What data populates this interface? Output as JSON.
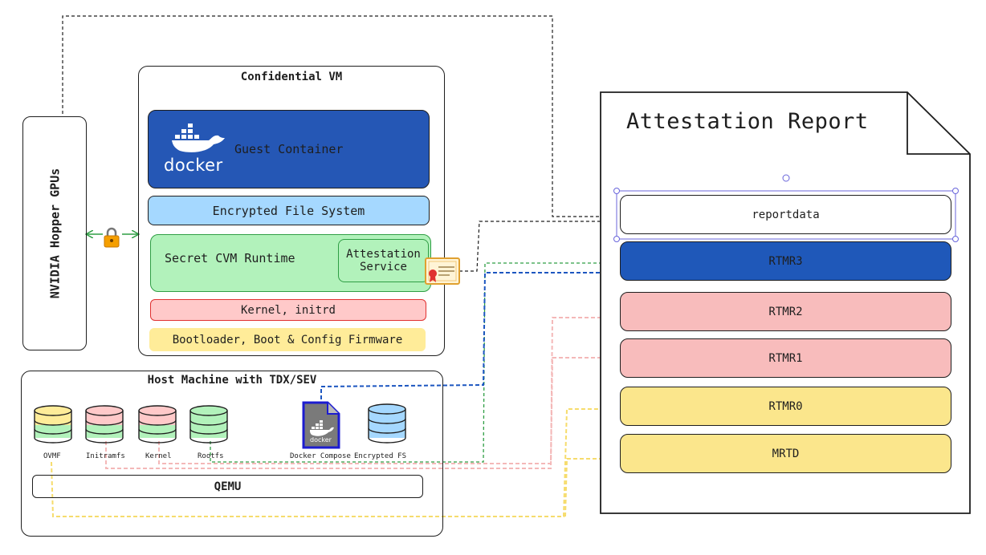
{
  "gpu": {
    "label": "NVIDIA Hopper GPUs"
  },
  "cvm": {
    "title": "Confidential VM",
    "guest_container": "Guest Container",
    "docker_logo_text": "docker",
    "encrypted_fs": "Encrypted File System",
    "runtime": "Secret CVM Runtime",
    "attestation_service_line1": "Attestation",
    "attestation_service_line2": "Service",
    "kernel": "Kernel, initrd",
    "bootloader": "Bootloader, Boot & Config Firmware"
  },
  "host": {
    "title": "Host Machine with TDX/SEV",
    "items": [
      {
        "label": "OVMF",
        "color": "#ffec99"
      },
      {
        "label": "Initramfs",
        "color": "#ffc9c9"
      },
      {
        "label": "Kernel",
        "color": "#ffc9c9"
      },
      {
        "label": "Rootfs",
        "color": "#b2f2bb"
      }
    ],
    "docker_compose": "Docker Compose",
    "docker_compose_icon_text": "docker",
    "encrypted_fs": "Encrypted FS",
    "qemu": "QEMU"
  },
  "report": {
    "title": "Attestation Report",
    "fields": [
      {
        "label": "reportdata",
        "color": "#ffffff"
      },
      {
        "label": "RTMR3",
        "color": "#1f58b9"
      },
      {
        "label": "RTMR2",
        "color": "#f8bcbc"
      },
      {
        "label": "RTMR1",
        "color": "#f8bcbc"
      },
      {
        "label": "RTMR0",
        "color": "#fbe68c"
      },
      {
        "label": "MRTD",
        "color": "#fbe68c"
      }
    ]
  },
  "colors": {
    "docker_blue": "#2557b5",
    "light_blue": "#a5d8ff",
    "light_green": "#b2f2bb",
    "pink": "#ffc9c9",
    "yellow": "#ffec99",
    "wire_green": "#2f9e44",
    "wire_blue": "#1c56c0",
    "wire_pink": "#f4b8b8",
    "wire_yellow": "#f6dc6c"
  }
}
